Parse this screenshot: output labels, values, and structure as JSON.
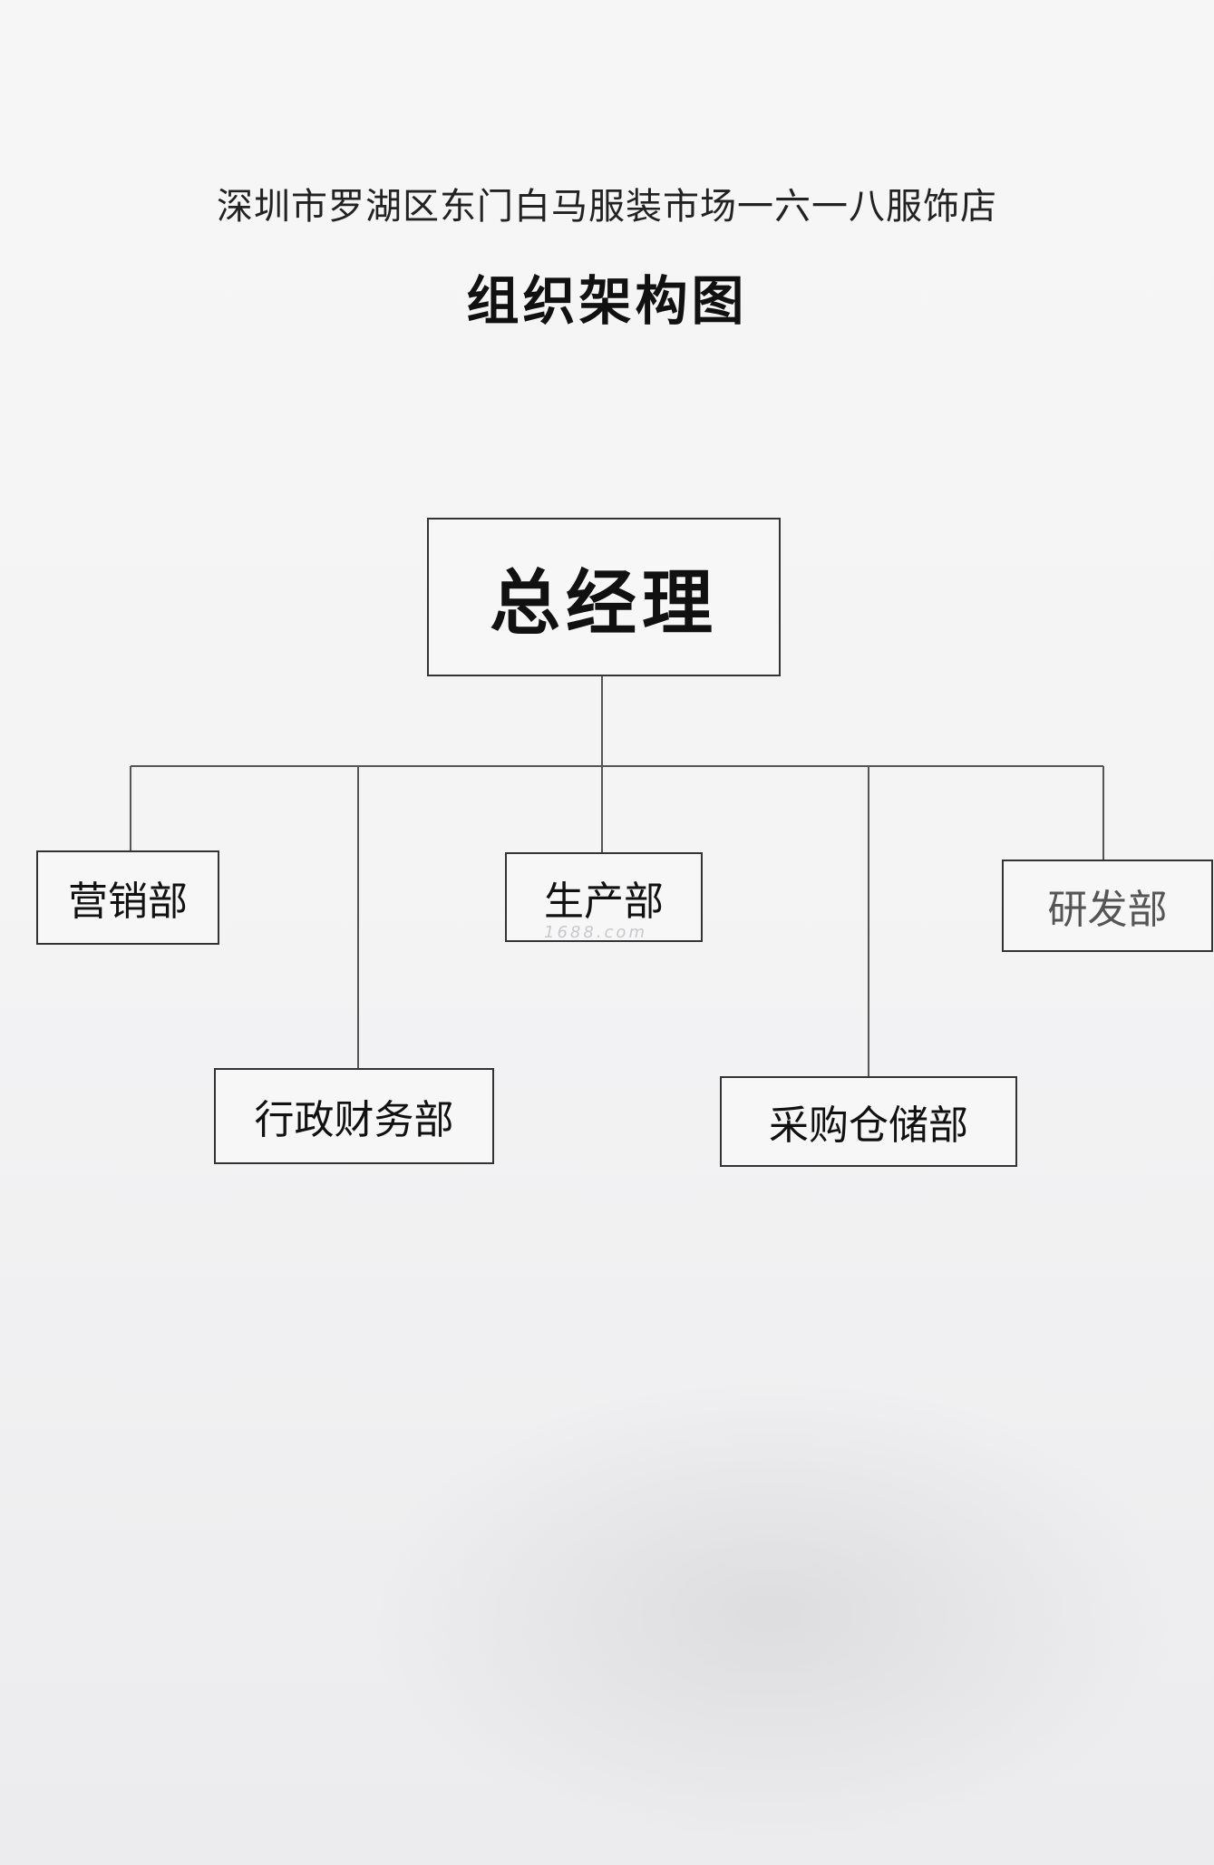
{
  "header": {
    "company": "深圳市罗湖区东门白马服装市场一六一八服饰店",
    "title": "组织架构图"
  },
  "org": {
    "root": "总经理",
    "departments": {
      "sales": "营销部",
      "production": "生产部",
      "rnd": "研发部",
      "admin_finance": "行政财务部",
      "purchasing_storage": "采购仓储部"
    }
  },
  "watermark": "1688.com"
}
